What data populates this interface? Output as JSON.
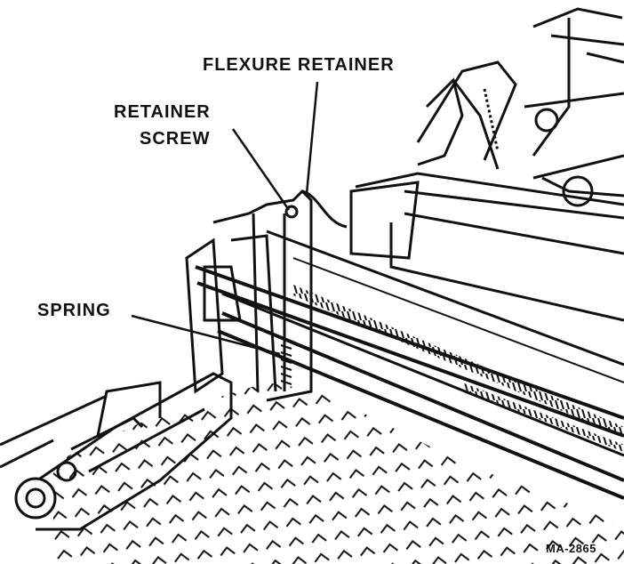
{
  "labels": {
    "flexure_retainer": "FLEXURE RETAINER",
    "retainer_screw_line1": "RETAINER",
    "retainer_screw_line2": "SCREW",
    "spring": "SPRING",
    "figure_id": "MA-2865"
  }
}
